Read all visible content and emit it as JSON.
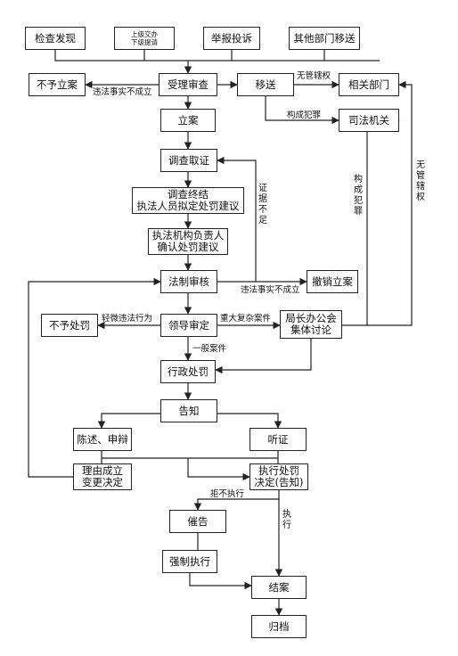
{
  "nodes": {
    "inspection": "检查发现",
    "superior": "上级交办\n下级提请",
    "report": "举报投诉",
    "other_dept": "其他部门移送",
    "no_case": "不予立案",
    "accept_review": "受理审查",
    "transfer": "移送",
    "related_dept": "相关部门",
    "judicial": "司法机关",
    "file_case": "立案",
    "investigate": "调查取证",
    "investigation_end": "调查终结\n执法人员拟定处罚建议",
    "agency_head": "执法机构负责人\n确认处罚建议",
    "legal_review": "法制审核",
    "cancel_case": "撤销立案",
    "no_penalty": "不予处罚",
    "leader_review": "领导审定",
    "director_meeting": "局长办公会\n集体讨论",
    "admin_penalty": "行政处罚",
    "notify": "告知",
    "statement": "陈述、申辩",
    "hearing": "听证",
    "change_decision": "理由成立\n变更决定",
    "execute_decision": "执行处罚\n决定(告知)",
    "urge": "催告",
    "enforce": "强制执行",
    "close_case": "结案",
    "archive": "归档"
  },
  "labels": {
    "no_jurisdiction_h": "无管辖权",
    "fact_not_established_1": "违法事实不成立",
    "crime_h": "构成犯罪",
    "crime_v": "构成犯罪",
    "no_jurisdiction_v": "无管辖权",
    "insufficient_evidence": "证据不足",
    "fact_not_established_2": "违法事实不成立",
    "minor_violation": "轻微违法行为",
    "major_complex": "重大复杂案件",
    "general_case": "一般案件",
    "refuse_execute": "拒不执行",
    "execute": "执行"
  }
}
